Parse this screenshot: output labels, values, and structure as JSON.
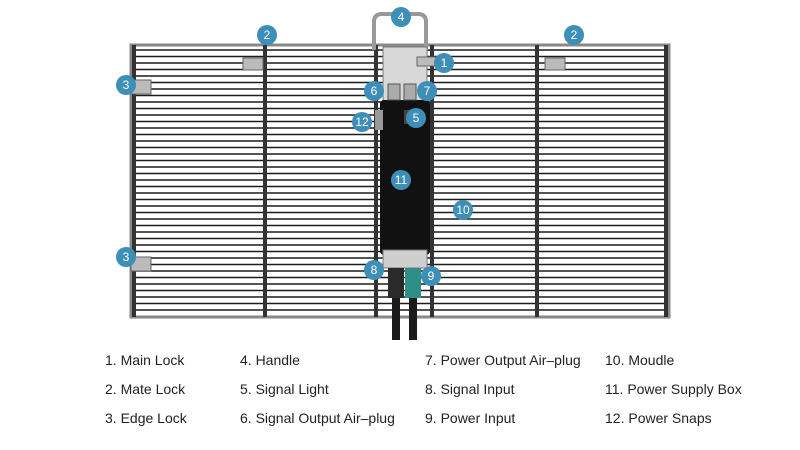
{
  "callouts": [
    "1",
    "2",
    "3",
    "4",
    "5",
    "6",
    "7",
    "8",
    "9",
    "10",
    "11",
    "12"
  ],
  "legend": {
    "columns": [
      [
        "1. Main Lock",
        "2. Mate Lock",
        "3. Edge Lock"
      ],
      [
        "4. Handle",
        "5. Signal Light",
        "6. Signal Output Air–plug"
      ],
      [
        "7. Power Output Air–plug",
        "8. Signal Input",
        "9. Power Input"
      ],
      [
        "10. Moudle",
        "11. Power Supply Box",
        "12. Power Snaps"
      ]
    ]
  },
  "colors": {
    "badge": "#3d8fb8",
    "grid": "#1c1c1c",
    "box": "#111111",
    "connector": "#2f8f86"
  }
}
